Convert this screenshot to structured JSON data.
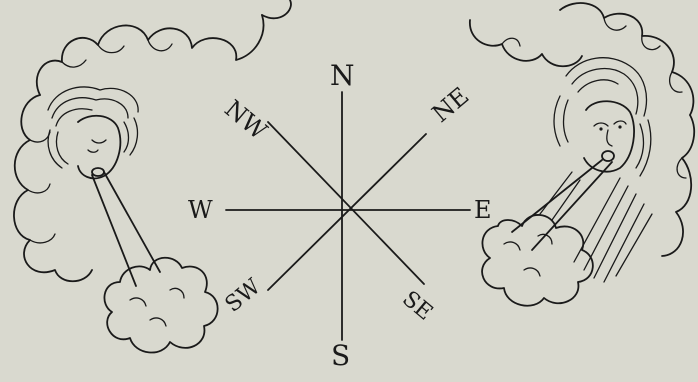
{
  "compass": {
    "north": "N",
    "north_east": "NE",
    "east": "E",
    "south_east": "SE",
    "south": "S",
    "south_west": "SW",
    "west": "W",
    "north_west": "NW"
  },
  "colors": {
    "background": "#d9d9cf",
    "ink": "#1a1a1a"
  }
}
